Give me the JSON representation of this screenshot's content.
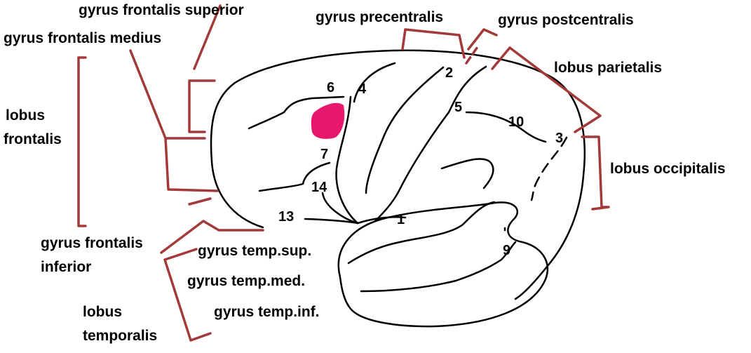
{
  "colors": {
    "outline": "#000000",
    "bracket": "#a33a3a",
    "spot": "#e8176e"
  },
  "labels": {
    "gyrus_frontalis_superior": "gyrus frontalis superior",
    "gyrus_frontalis_medius": "gyrus frontalis medius",
    "gyrus_precentralis": "gyrus precentralis",
    "gyrus_postcentralis": "gyrus postcentralis",
    "lobus_parietalis": "lobus parietalis",
    "lobus_frontalis_1": "lobus",
    "lobus_frontalis_2": "frontalis",
    "lobus_occipitalis": "lobus occipitalis",
    "gyrus_frontalis_inferior_1": "gyrus frontalis",
    "gyrus_frontalis_inferior_2": "inferior",
    "gyrus_temp_sup": "gyrus temp.sup.",
    "gyrus_temp_med": "gyrus temp.med.",
    "gyrus_temp_inf": "gyrus temp.inf.",
    "lobus_temporalis_1": "lobus",
    "lobus_temporalis_2": "temporalis"
  },
  "numbers": {
    "n1": "1",
    "n2": "2",
    "n3": "3",
    "n4": "4",
    "n5": "5",
    "n6": "6",
    "n7": "7",
    "n9": "9",
    "n10": "10",
    "n13": "13",
    "n14": "14"
  }
}
